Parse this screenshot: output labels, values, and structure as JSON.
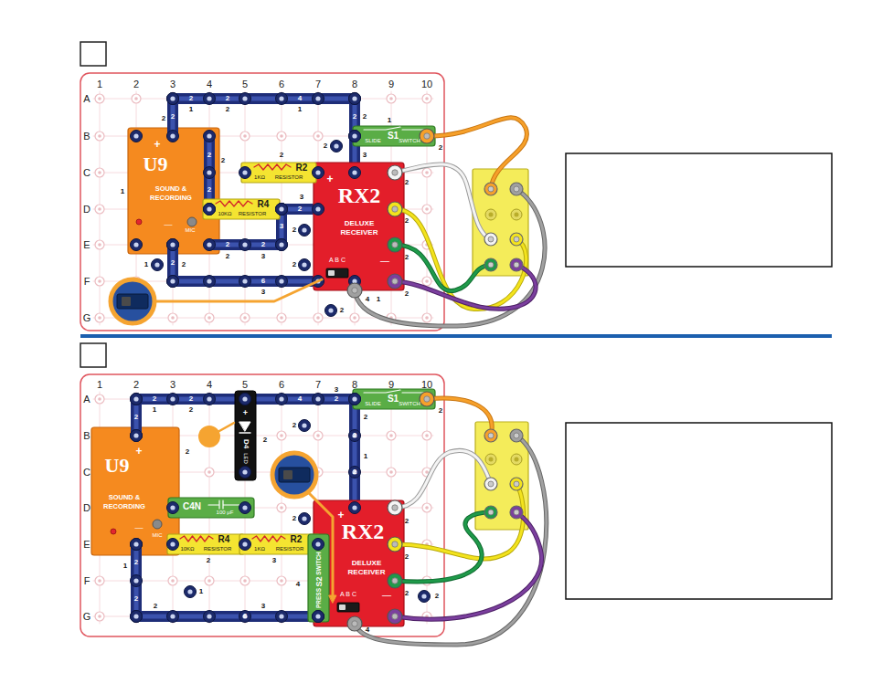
{
  "diagram": {
    "nodes": [
      {
        "text": [
          "+",
          "U9",
          "SOUND & RECORDING",
          "—",
          "MIC"
        ]
      },
      {
        "text": [
          "SLIDE",
          "S1",
          "SWITCH"
        ]
      },
      {
        "text": [
          "R2",
          "1KΩ",
          "RESISTOR"
        ]
      },
      {
        "text": [
          "+",
          "RX2",
          "DELUXE RECEIVER",
          "A B C",
          "—"
        ]
      },
      {
        "text": [
          "R4",
          "10KΩ",
          "RESISTOR"
        ]
      },
      {
        "text": [
          "SLIDE",
          "S1",
          "SWITCH"
        ]
      },
      {
        "text": [
          "+",
          "D4",
          "LED"
        ]
      },
      {
        "text": [
          "+",
          "U9",
          "SOUND & RECORDING",
          "—",
          "MIC"
        ]
      },
      {
        "text": [
          "C4N",
          "100 μF"
        ]
      },
      {
        "text": [
          "+",
          "RX2",
          "DELUXE RECEIVER",
          "A B C",
          "—"
        ]
      },
      {
        "text": [
          "R4",
          "10KΩ",
          "RESISTOR"
        ]
      },
      {
        "text": [
          "R2",
          "1KΩ",
          "RESISTOR"
        ]
      },
      {
        "text": [
          "SWITCH",
          "S2",
          "PRESS"
        ]
      }
    ],
    "labels": [
      "1",
      "2",
      "3",
      "4",
      "5",
      "6",
      "7",
      "8",
      "9",
      "10",
      "A",
      "B",
      "C",
      "D",
      "E",
      "F",
      "G",
      "2",
      "2",
      "4",
      "2",
      "2",
      "2",
      "2",
      "2",
      "2",
      "3",
      "2",
      "2",
      "6",
      "1",
      "2",
      "1",
      "2",
      "2",
      "3",
      "1",
      "2",
      "2",
      "2",
      "1",
      "2",
      "3",
      "2",
      "2",
      "3",
      "2",
      "1",
      "2",
      "3",
      "4",
      "1",
      "2",
      "2",
      "2",
      "2",
      "2",
      "1",
      "2",
      "3",
      "4",
      "5",
      "6",
      "7",
      "8",
      "9",
      "10",
      "A",
      "B",
      "C",
      "D",
      "E",
      "F",
      "G",
      "2",
      "2",
      "4",
      "2",
      "2",
      "2",
      "2",
      "2",
      "2",
      "6",
      "1",
      "2",
      "3",
      "2",
      "1",
      "2",
      "2",
      "2",
      "2",
      "2",
      "2",
      "3",
      "1",
      "1",
      "2",
      "3",
      "4",
      "4",
      "2",
      "2",
      "2",
      "2"
    ]
  }
}
